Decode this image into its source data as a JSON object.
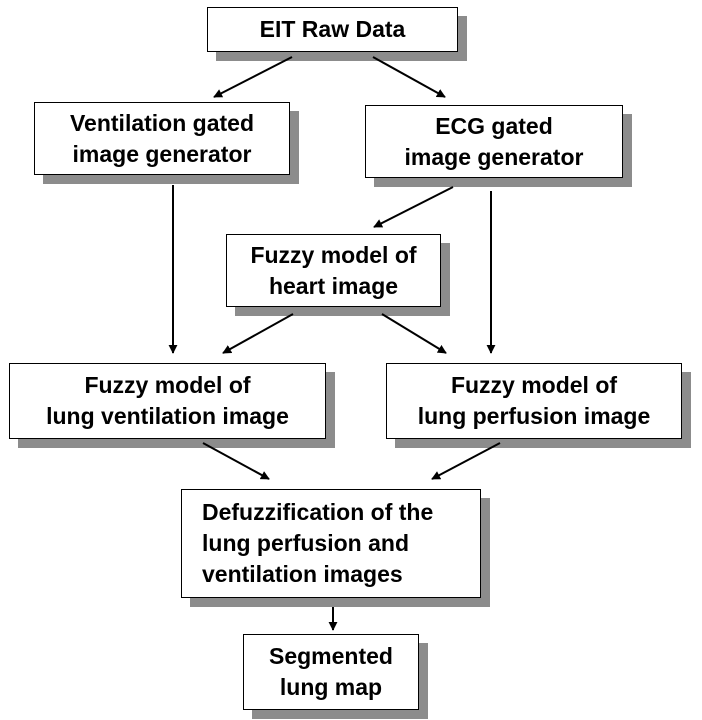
{
  "nodes": {
    "raw_data": {
      "lines": [
        "EIT Raw Data"
      ]
    },
    "ventilation_gen": {
      "lines": [
        "Ventilation gated",
        "image generator"
      ]
    },
    "ecg_gen": {
      "lines": [
        "ECG gated",
        "image generator"
      ]
    },
    "heart_model": {
      "lines": [
        "Fuzzy model of",
        "heart image"
      ]
    },
    "lung_vent_model": {
      "lines": [
        "Fuzzy model of",
        "lung ventilation image"
      ]
    },
    "lung_perf_model": {
      "lines": [
        "Fuzzy model of",
        "lung perfusion image"
      ]
    },
    "defuzz": {
      "lines": [
        "Defuzzification of the",
        "lung perfusion and",
        "ventilation images"
      ]
    },
    "segmented": {
      "lines": [
        "Segmented",
        "lung map"
      ]
    }
  },
  "colors": {
    "box_border": "#000000",
    "box_shadow": "#8c8c8c",
    "arrow": "#000000",
    "background": "#ffffff"
  }
}
